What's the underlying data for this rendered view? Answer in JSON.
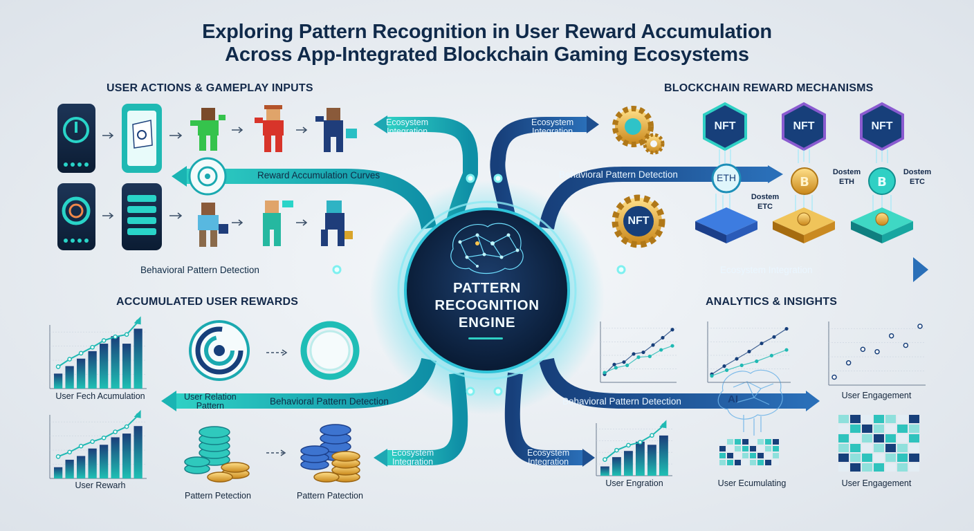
{
  "title": {
    "line1": "Exploring Pattern Recognition in User Reward Accumulation",
    "line2": "Across App-Integrated Blockchain Gaming Ecosystems"
  },
  "sections": {
    "user_actions": "USER ACTIONS & GAMEPLAY INPUTS",
    "blockchain": "BLOCKCHAIN REWARD MECHANISMS",
    "accumulated": "ACCUMULATED USER REWARDS",
    "analytics": "ANALYTICS & INSIGHTS"
  },
  "engine": {
    "line1": "PATTERN",
    "line2": "RECOGNITION",
    "line3": "ENGINE"
  },
  "flows": {
    "eco_tl": "Ecosystem\nIntegration",
    "eco_tr": "Ecosystem\nIntegration",
    "reward_curves": "Reward Accumulation Curves",
    "bpd_upper_right": "Behavioral Pattern Detection",
    "bpd_mid_left": "Behavioral Pattern Detection",
    "eco_mid_right": "Ecosystem Integration",
    "user_relation": "User Relation\nPattern",
    "bpd_lower_left": "Behavioral Pattern Detection",
    "bpd_lower_right": "Behavioral Pattern Detection",
    "eco_bl": "Ecosystem\nIntegration",
    "eco_br": "Ecosystem\nIntegration"
  },
  "tokens": {
    "nft1": "NFT",
    "nft2": "NFT",
    "nft3": "NFT",
    "nft_gear": "NFT",
    "eth_coin": "ETH",
    "label_a": "Dostem\nETC",
    "label_b": "Dostem\nETH",
    "label_c": "Dostem\nETC"
  },
  "captions": {
    "c1": "User Fech Acumulation",
    "c2": "User Rewarh",
    "c3": "Pattern Petection",
    "c4": "Pattern Patection",
    "c5": "User Engration",
    "c6": "User Ecumulating",
    "c7": "User Engagement",
    "c8": "User Engagement",
    "ai": "AI"
  },
  "colors": {
    "teal": "#17b3b0",
    "navy": "#173f7a",
    "dark": "#0c1f3d",
    "gold": "#d9a42a"
  },
  "chart_data": [
    {
      "type": "bar",
      "values": [
        2,
        3,
        4,
        5,
        6,
        7,
        6,
        8
      ],
      "series": [
        {
          "values": [
            2,
            3,
            3.8,
            4.6,
            5.5,
            6,
            6.3,
            8
          ]
        }
      ]
    },
    {
      "type": "bar",
      "values": [
        1.5,
        2.5,
        3,
        4,
        4.5,
        5.5,
        6,
        7
      ],
      "series": [
        {
          "values": [
            2,
            2.6,
            3.4,
            4,
            4.5,
            5.3,
            6,
            7.5
          ]
        }
      ]
    },
    {
      "type": "scatter",
      "series": [
        {
          "values": [
            1,
            2.2,
            2.5,
            3.5,
            3.7,
            4.6,
            5.5,
            6.5
          ]
        },
        {
          "values": [
            1.2,
            1.8,
            2.1,
            3.1,
            3.2,
            4.0,
            4.5
          ]
        }
      ]
    },
    {
      "type": "scatter",
      "series": [
        {
          "values": [
            1,
            2,
            2.9,
            3.8,
            4.8,
            5.6,
            6.6
          ]
        },
        {
          "values": [
            0.8,
            1.5,
            2.1,
            2.6,
            3.3,
            4.0
          ]
        }
      ]
    },
    {
      "type": "line",
      "series": [
        {
          "values": [
            1,
            2.8,
            4.5,
            4.2,
            6.2,
            5.0,
            7.4
          ]
        }
      ]
    },
    {
      "type": "bar",
      "values": [
        1.5,
        3,
        4,
        5.5,
        5,
        6.5
      ],
      "series": [
        {
          "values": [
            1.5,
            3,
            3.8,
            4.3,
            5.4,
            7
          ]
        }
      ]
    }
  ]
}
